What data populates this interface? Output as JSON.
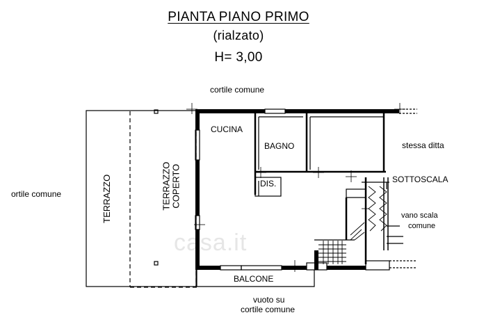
{
  "header": {
    "title": "PIANTA PIANO PRIMO",
    "subtitle": "(rialzato)",
    "height": "H= 3,00"
  },
  "labels": {
    "top_courtyard": "cortile comune",
    "left_courtyard": "ortile comune",
    "terrace": "TERRAZZO",
    "covered_terrace_1": "TERRAZZO",
    "covered_terrace_2": "COPERTO",
    "kitchen": "CUCINA",
    "bathroom": "BAGNO",
    "closet": "DIS.",
    "under_stairs": "SOTTOSCALA",
    "same_owner": "stessa ditta",
    "stairwell_1": "vano scala",
    "stairwell_2": "comune",
    "balcony": "BALCONE",
    "bottom_1": "vuoto su",
    "bottom_2": "cortile comune"
  },
  "watermark": "casa.it"
}
